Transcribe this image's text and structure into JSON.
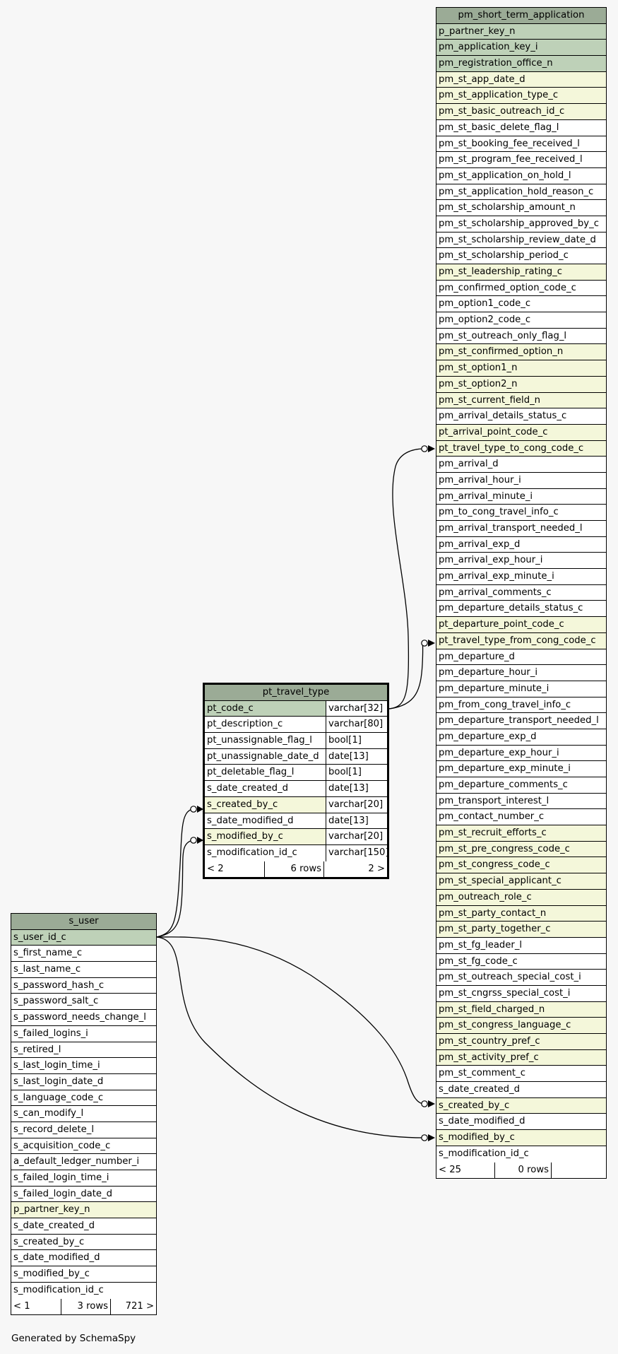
{
  "tables": {
    "pm_short_term_application": {
      "name": "pm_short_term_application",
      "columns": [
        {
          "name": "p_partner_key_n",
          "kind": "pk"
        },
        {
          "name": "pm_application_key_i",
          "kind": "pk"
        },
        {
          "name": "pm_registration_office_n",
          "kind": "pk"
        },
        {
          "name": "pm_st_app_date_d",
          "kind": "fk"
        },
        {
          "name": "pm_st_application_type_c",
          "kind": "fk"
        },
        {
          "name": "pm_st_basic_outreach_id_c",
          "kind": "fk"
        },
        {
          "name": "pm_st_basic_delete_flag_l",
          "kind": ""
        },
        {
          "name": "pm_st_booking_fee_received_l",
          "kind": ""
        },
        {
          "name": "pm_st_program_fee_received_l",
          "kind": ""
        },
        {
          "name": "pm_st_application_on_hold_l",
          "kind": ""
        },
        {
          "name": "pm_st_application_hold_reason_c",
          "kind": ""
        },
        {
          "name": "pm_st_scholarship_amount_n",
          "kind": ""
        },
        {
          "name": "pm_st_scholarship_approved_by_c",
          "kind": ""
        },
        {
          "name": "pm_st_scholarship_review_date_d",
          "kind": ""
        },
        {
          "name": "pm_st_scholarship_period_c",
          "kind": ""
        },
        {
          "name": "pm_st_leadership_rating_c",
          "kind": "fk"
        },
        {
          "name": "pm_confirmed_option_code_c",
          "kind": ""
        },
        {
          "name": "pm_option1_code_c",
          "kind": ""
        },
        {
          "name": "pm_option2_code_c",
          "kind": ""
        },
        {
          "name": "pm_st_outreach_only_flag_l",
          "kind": ""
        },
        {
          "name": "pm_st_confirmed_option_n",
          "kind": "fk"
        },
        {
          "name": "pm_st_option1_n",
          "kind": "fk"
        },
        {
          "name": "pm_st_option2_n",
          "kind": "fk"
        },
        {
          "name": "pm_st_current_field_n",
          "kind": "fk"
        },
        {
          "name": "pm_arrival_details_status_c",
          "kind": ""
        },
        {
          "name": "pt_arrival_point_code_c",
          "kind": "fk"
        },
        {
          "name": "pt_travel_type_to_cong_code_c",
          "kind": "fk"
        },
        {
          "name": "pm_arrival_d",
          "kind": ""
        },
        {
          "name": "pm_arrival_hour_i",
          "kind": ""
        },
        {
          "name": "pm_arrival_minute_i",
          "kind": ""
        },
        {
          "name": "pm_to_cong_travel_info_c",
          "kind": ""
        },
        {
          "name": "pm_arrival_transport_needed_l",
          "kind": ""
        },
        {
          "name": "pm_arrival_exp_d",
          "kind": ""
        },
        {
          "name": "pm_arrival_exp_hour_i",
          "kind": ""
        },
        {
          "name": "pm_arrival_exp_minute_i",
          "kind": ""
        },
        {
          "name": "pm_arrival_comments_c",
          "kind": ""
        },
        {
          "name": "pm_departure_details_status_c",
          "kind": ""
        },
        {
          "name": "pt_departure_point_code_c",
          "kind": "fk"
        },
        {
          "name": "pt_travel_type_from_cong_code_c",
          "kind": "fk"
        },
        {
          "name": "pm_departure_d",
          "kind": ""
        },
        {
          "name": "pm_departure_hour_i",
          "kind": ""
        },
        {
          "name": "pm_departure_minute_i",
          "kind": ""
        },
        {
          "name": "pm_from_cong_travel_info_c",
          "kind": ""
        },
        {
          "name": "pm_departure_transport_needed_l",
          "kind": ""
        },
        {
          "name": "pm_departure_exp_d",
          "kind": ""
        },
        {
          "name": "pm_departure_exp_hour_i",
          "kind": ""
        },
        {
          "name": "pm_departure_exp_minute_i",
          "kind": ""
        },
        {
          "name": "pm_departure_comments_c",
          "kind": ""
        },
        {
          "name": "pm_transport_interest_l",
          "kind": ""
        },
        {
          "name": "pm_contact_number_c",
          "kind": ""
        },
        {
          "name": "pm_st_recruit_efforts_c",
          "kind": "fk"
        },
        {
          "name": "pm_st_pre_congress_code_c",
          "kind": "fk"
        },
        {
          "name": "pm_st_congress_code_c",
          "kind": "fk"
        },
        {
          "name": "pm_st_special_applicant_c",
          "kind": "fk"
        },
        {
          "name": "pm_outreach_role_c",
          "kind": "fk"
        },
        {
          "name": "pm_st_party_contact_n",
          "kind": "fk"
        },
        {
          "name": "pm_st_party_together_c",
          "kind": "fk"
        },
        {
          "name": "pm_st_fg_leader_l",
          "kind": ""
        },
        {
          "name": "pm_st_fg_code_c",
          "kind": ""
        },
        {
          "name": "pm_st_outreach_special_cost_i",
          "kind": ""
        },
        {
          "name": "pm_st_cngrss_special_cost_i",
          "kind": ""
        },
        {
          "name": "pm_st_field_charged_n",
          "kind": "fk"
        },
        {
          "name": "pm_st_congress_language_c",
          "kind": "fk"
        },
        {
          "name": "pm_st_country_pref_c",
          "kind": "fk"
        },
        {
          "name": "pm_st_activity_pref_c",
          "kind": "fk"
        },
        {
          "name": "pm_st_comment_c",
          "kind": ""
        },
        {
          "name": "s_date_created_d",
          "kind": ""
        },
        {
          "name": "s_created_by_c",
          "kind": "fk"
        },
        {
          "name": "s_date_modified_d",
          "kind": ""
        },
        {
          "name": "s_modified_by_c",
          "kind": "fk"
        },
        {
          "name": "s_modification_id_c",
          "kind": ""
        }
      ],
      "footer": [
        "< 25",
        "0 rows",
        ""
      ]
    },
    "pt_travel_type": {
      "name": "pt_travel_type",
      "columns": [
        {
          "name": "pt_code_c",
          "type": "varchar[32]",
          "kind": "pk"
        },
        {
          "name": "pt_description_c",
          "type": "varchar[80]",
          "kind": ""
        },
        {
          "name": "pt_unassignable_flag_l",
          "type": "bool[1]",
          "kind": ""
        },
        {
          "name": "pt_unassignable_date_d",
          "type": "date[13]",
          "kind": ""
        },
        {
          "name": "pt_deletable_flag_l",
          "type": "bool[1]",
          "kind": ""
        },
        {
          "name": "s_date_created_d",
          "type": "date[13]",
          "kind": ""
        },
        {
          "name": "s_created_by_c",
          "type": "varchar[20]",
          "kind": "fk"
        },
        {
          "name": "s_date_modified_d",
          "type": "date[13]",
          "kind": ""
        },
        {
          "name": "s_modified_by_c",
          "type": "varchar[20]",
          "kind": "fk"
        },
        {
          "name": "s_modification_id_c",
          "type": "varchar[150]",
          "kind": ""
        }
      ],
      "footer": [
        "< 2",
        "6 rows",
        "2 >"
      ]
    },
    "s_user": {
      "name": "s_user",
      "columns": [
        {
          "name": "s_user_id_c",
          "kind": "pk"
        },
        {
          "name": "s_first_name_c",
          "kind": ""
        },
        {
          "name": "s_last_name_c",
          "kind": ""
        },
        {
          "name": "s_password_hash_c",
          "kind": ""
        },
        {
          "name": "s_password_salt_c",
          "kind": ""
        },
        {
          "name": "s_password_needs_change_l",
          "kind": ""
        },
        {
          "name": "s_failed_logins_i",
          "kind": ""
        },
        {
          "name": "s_retired_l",
          "kind": ""
        },
        {
          "name": "s_last_login_time_i",
          "kind": ""
        },
        {
          "name": "s_last_login_date_d",
          "kind": ""
        },
        {
          "name": "s_language_code_c",
          "kind": ""
        },
        {
          "name": "s_can_modify_l",
          "kind": ""
        },
        {
          "name": "s_record_delete_l",
          "kind": ""
        },
        {
          "name": "s_acquisition_code_c",
          "kind": ""
        },
        {
          "name": "a_default_ledger_number_i",
          "kind": ""
        },
        {
          "name": "s_failed_login_time_i",
          "kind": ""
        },
        {
          "name": "s_failed_login_date_d",
          "kind": ""
        },
        {
          "name": "p_partner_key_n",
          "kind": "fk"
        },
        {
          "name": "s_date_created_d",
          "kind": ""
        },
        {
          "name": "s_created_by_c",
          "kind": ""
        },
        {
          "name": "s_date_modified_d",
          "kind": ""
        },
        {
          "name": "s_modified_by_c",
          "kind": ""
        },
        {
          "name": "s_modification_id_c",
          "kind": ""
        }
      ],
      "footer": [
        "< 1",
        "3 rows",
        "721 >"
      ]
    }
  },
  "generated_by": "Generated by SchemaSpy",
  "colors": {
    "header": "#9bab96",
    "primary_key": "#bed1b8",
    "foreign_key": "#f4f7da",
    "background": "#f7f7f7"
  }
}
